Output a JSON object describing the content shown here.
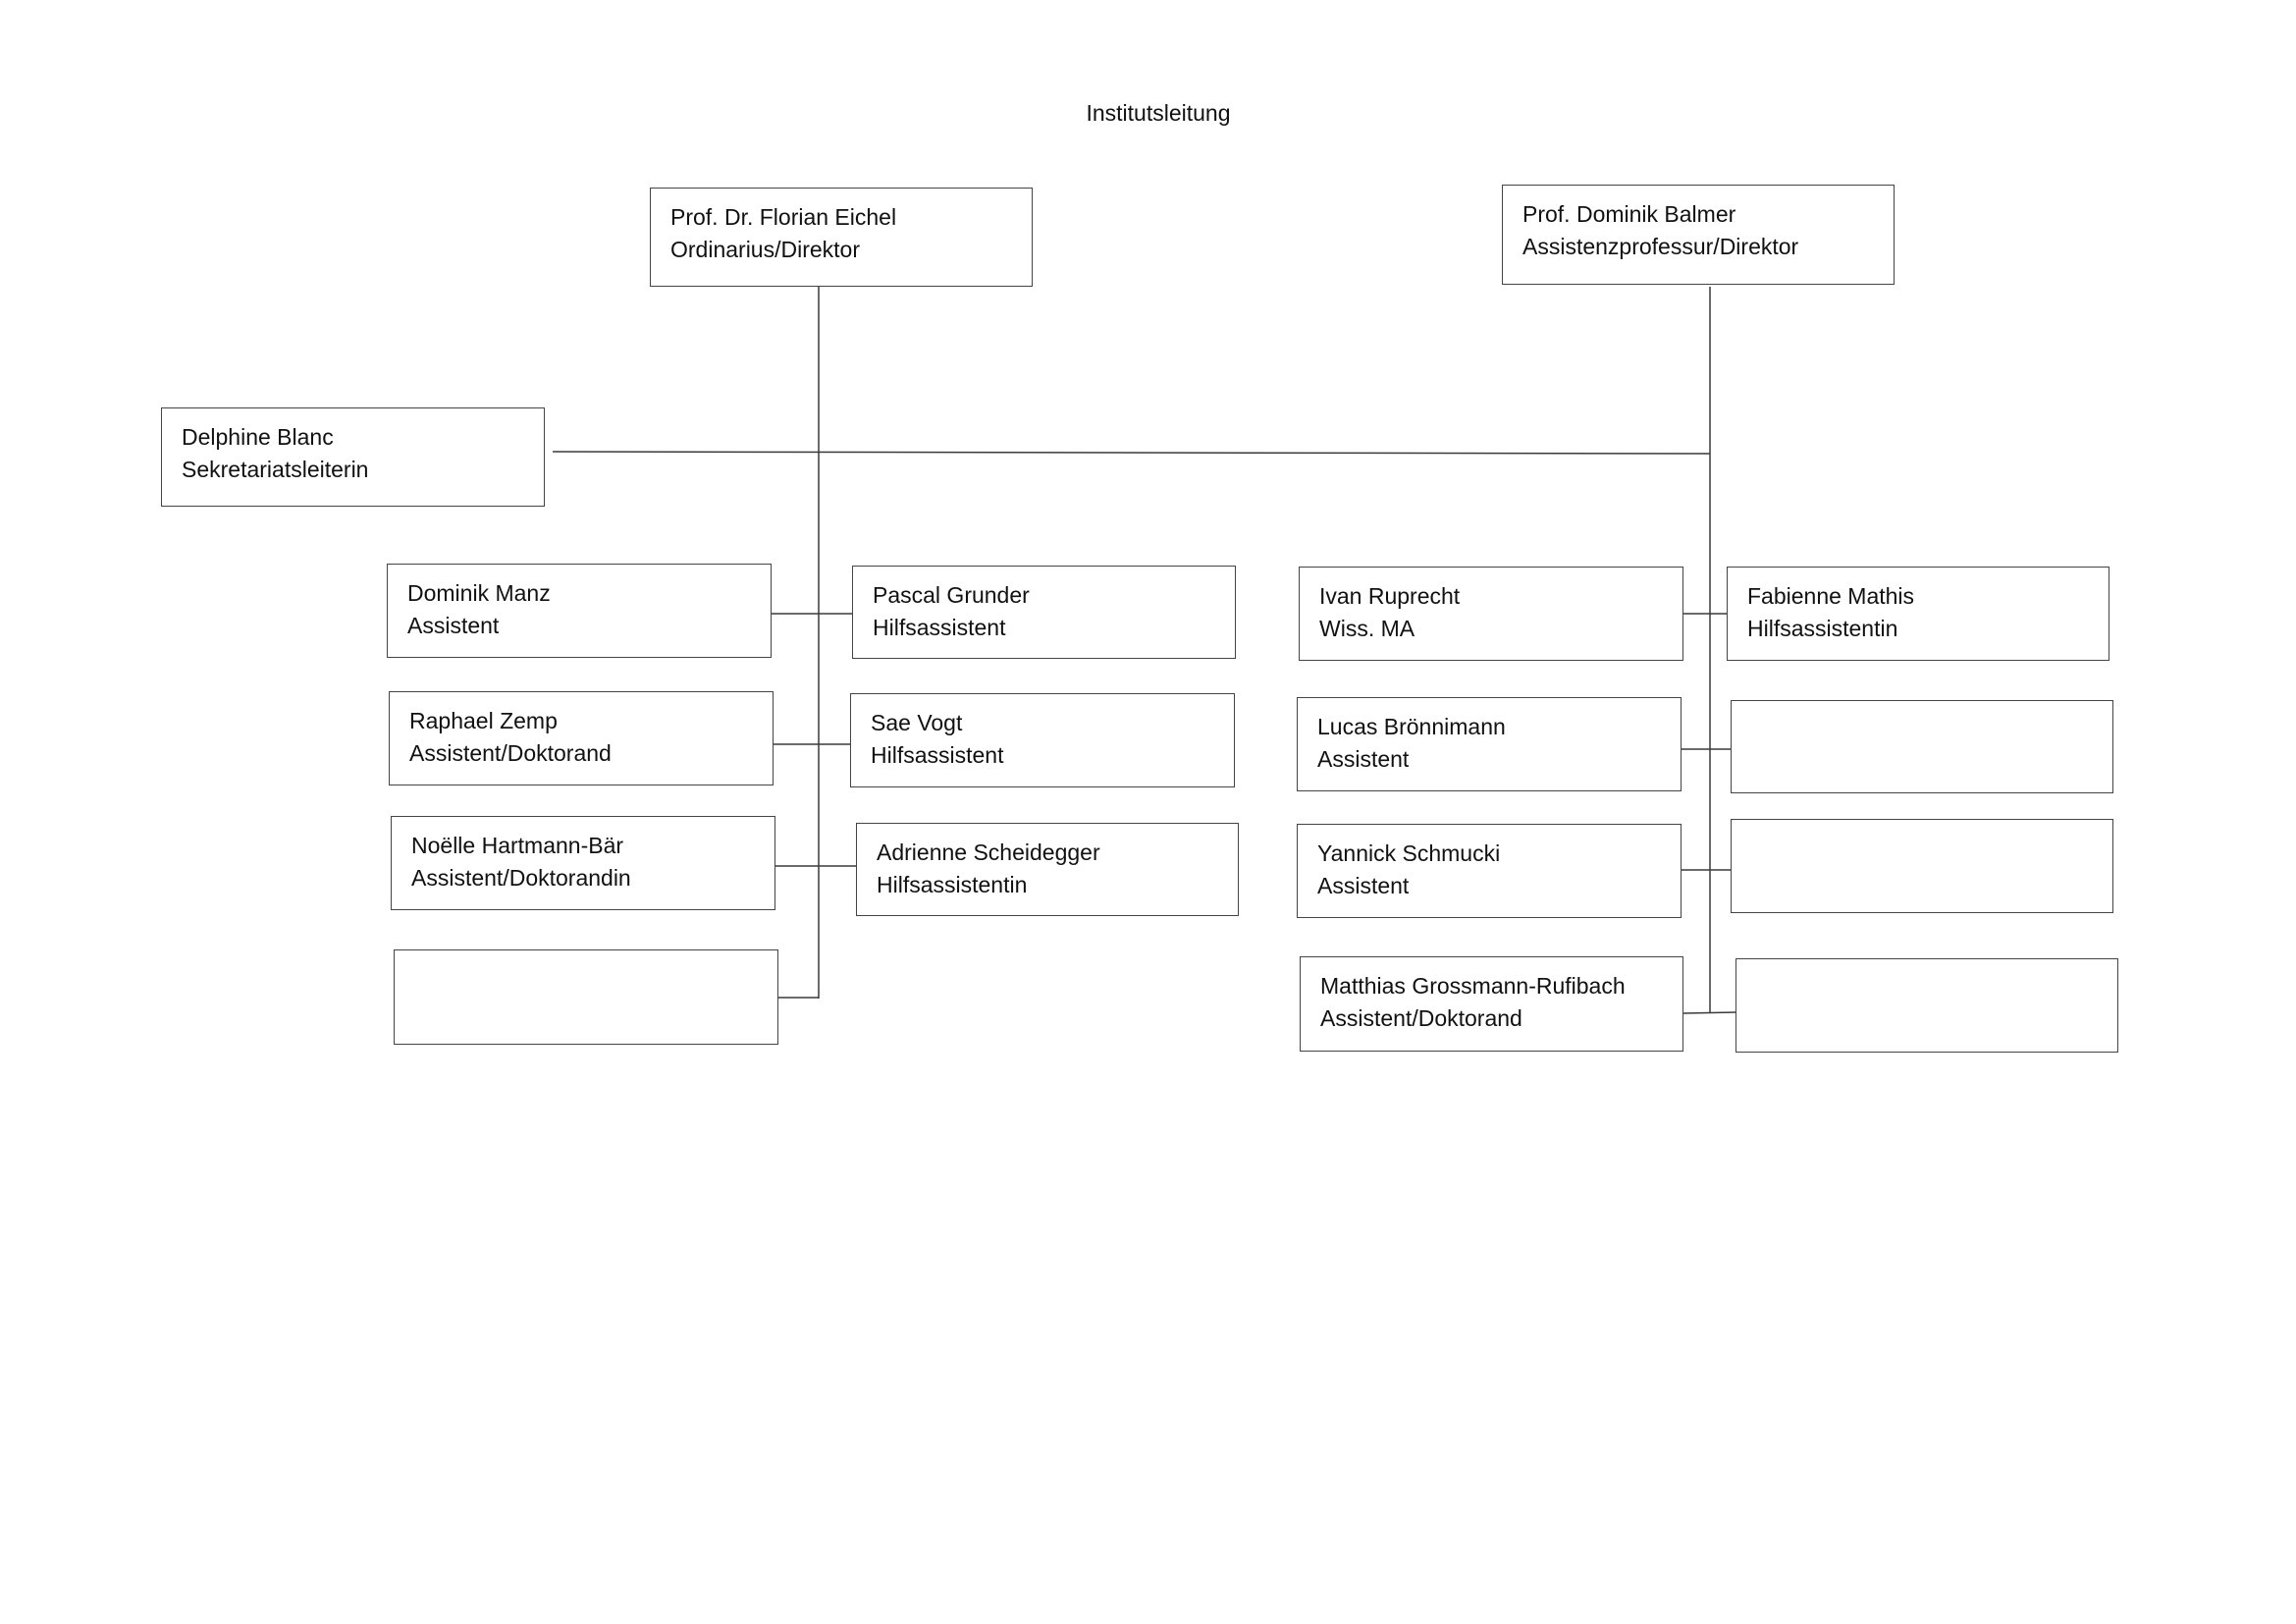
{
  "diagram": {
    "title": "Institutsleitung",
    "directors": [
      {
        "name": "Prof. Dr. Florian Eichel",
        "role": "Ordinarius/Direktor"
      },
      {
        "name": "Prof. Dominik Balmer",
        "role": "Assistenzprofessur/Direktor"
      }
    ],
    "secretariat": {
      "name": "Delphine Blanc",
      "role": "Sekretariatsleiterin"
    },
    "left_assistants": [
      {
        "name": "Dominik Manz",
        "role": "Assistent"
      },
      {
        "name": "Raphael Zemp",
        "role": "Assistent/Doktorand"
      },
      {
        "name": "Noëlle Hartmann-Bär",
        "role": "Assistent/Doktorandin"
      },
      {
        "name": "",
        "role": ""
      }
    ],
    "left_helpers": [
      {
        "name": "Pascal Grunder",
        "role": "Hilfsassistent"
      },
      {
        "name": "Sae Vogt",
        "role": "Hilfsassistent"
      },
      {
        "name": "Adrienne Scheidegger",
        "role": "Hilfsassistentin"
      }
    ],
    "right_assistants": [
      {
        "name": "Ivan Ruprecht",
        "role": "Wiss. MA"
      },
      {
        "name": "Lucas Brönnimann",
        "role": "Assistent"
      },
      {
        "name": "Yannick Schmucki",
        "role": "Assistent"
      },
      {
        "name": "Matthias Grossmann-Rufibach",
        "role": "Assistent/Doktorand"
      }
    ],
    "right_helpers": [
      {
        "name": "Fabienne Mathis",
        "role": "Hilfsassistentin"
      },
      {
        "name": "",
        "role": ""
      },
      {
        "name": "",
        "role": ""
      },
      {
        "name": "",
        "role": ""
      }
    ]
  }
}
